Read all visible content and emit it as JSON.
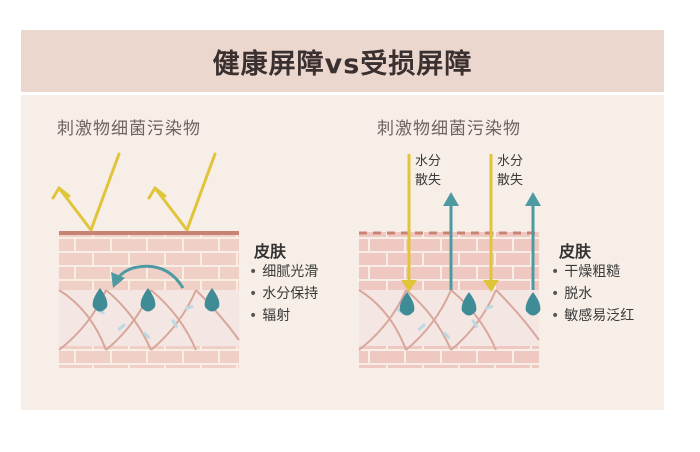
{
  "title": "健康屏障vs受损屏障",
  "healthy": {
    "irritant_label": "刺激物细菌污染物",
    "skin_label": "皮肤",
    "features": [
      "细腻光滑",
      "水分保持",
      "辐射"
    ]
  },
  "damaged": {
    "irritant_label": "刺激物细菌污染物",
    "water_loss_label": "水分散失",
    "skin_label": "皮肤",
    "features": [
      "干燥粗糙",
      "脱水",
      "敏感易泛红"
    ]
  },
  "colors": {
    "header_bg": "#ecd7cf",
    "card_bg": "#f7efe7",
    "arrow_yellow": "#e0c43a",
    "arrow_teal": "#4e9aa3",
    "brick": "#efc9c1",
    "barrier_line": "#c98374",
    "droplet": "#3f8b96"
  }
}
